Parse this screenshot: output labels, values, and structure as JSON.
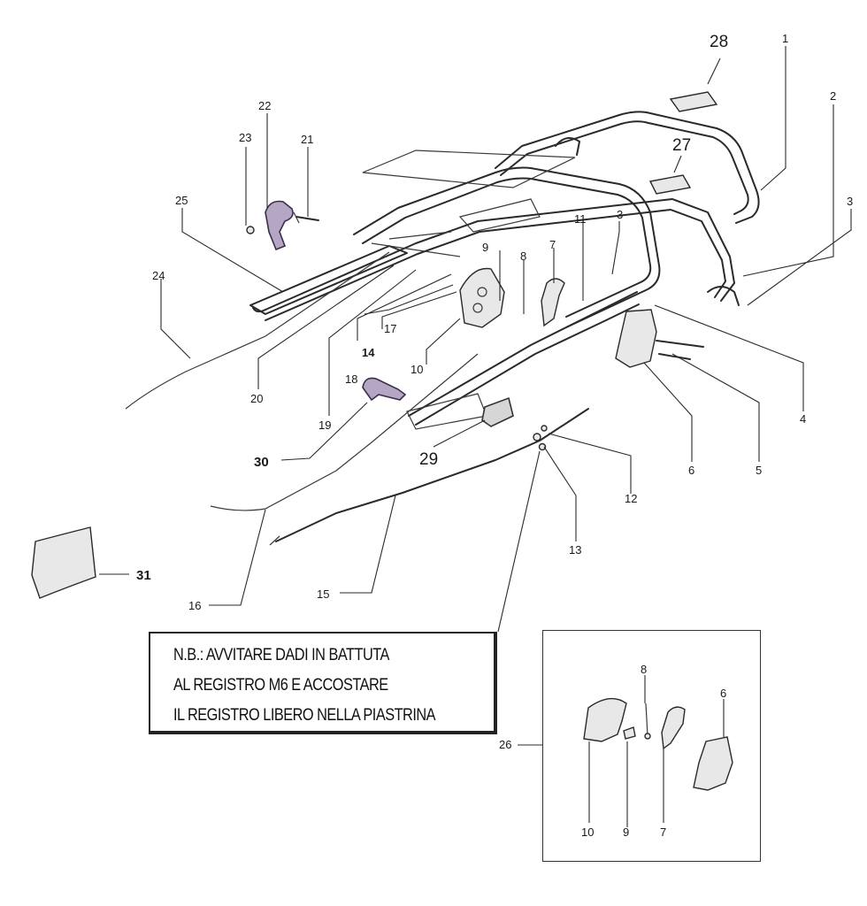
{
  "labels": {
    "l1": "1",
    "l2": "2",
    "l3a": "3",
    "l3b": "3",
    "l4": "4",
    "l5": "5",
    "l6": "6",
    "l7": "7",
    "l8": "8",
    "l9": "9",
    "l10": "10",
    "l11": "11",
    "l12": "12",
    "l13": "13",
    "l14": "14",
    "l15": "15",
    "l16": "16",
    "l17": "17",
    "l18": "18",
    "l19": "19",
    "l20": "20",
    "l21": "21",
    "l22": "22",
    "l23": "23",
    "l24": "24",
    "l25": "25",
    "l27": "27",
    "l28": "28",
    "l29": "29",
    "l30": "30",
    "l31": "31"
  },
  "note": {
    "line1": "N.B.: AVVITARE DADI IN BATTUTA",
    "line2": "AL REGISTRO M6 E ACCOSTARE",
    "line3": "IL REGISTRO LIBERO NELLA PIASTRINA"
  },
  "inset": {
    "group_label": "26",
    "l6": "6",
    "l7": "7",
    "l8": "8",
    "l9": "9",
    "l10": "10"
  }
}
